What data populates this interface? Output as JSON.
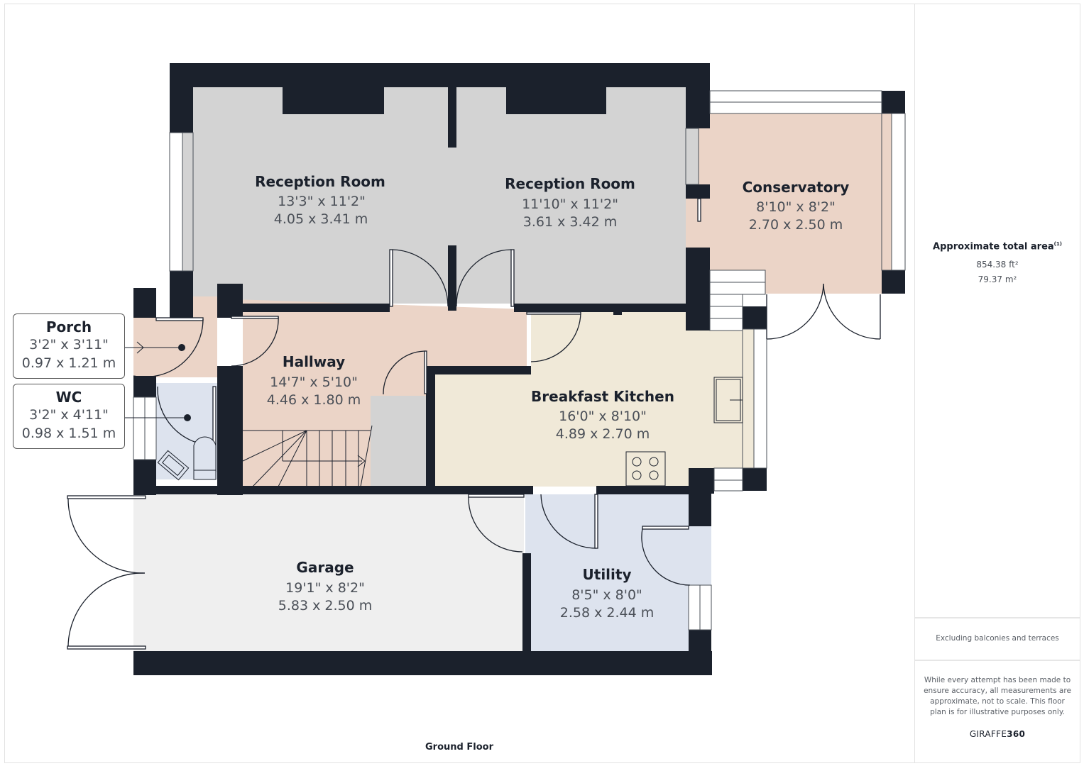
{
  "floor": {
    "label": "Ground Floor"
  },
  "colors": {
    "wall": "#1b212c",
    "reception": "#d3d3d3",
    "hallway": "#ebd4c7",
    "conservatory": "#ebd4c7",
    "kitchen": "#f0e9d8",
    "utility": "#dde3ee",
    "wc": "#dde3ee",
    "garage": "#efefef"
  },
  "rooms": {
    "reception_left": {
      "name": "Reception Room",
      "imperial": "13'3\" x 11'2\"",
      "metric": "4.05 x 3.41 m"
    },
    "reception_right": {
      "name": "Reception Room",
      "imperial": "11'10\" x 11'2\"",
      "metric": "3.61 x 3.42 m"
    },
    "conservatory": {
      "name": "Conservatory",
      "imperial": "8'10\" x 8'2\"",
      "metric": "2.70 x 2.50 m"
    },
    "hallway": {
      "name": "Hallway",
      "imperial": "14'7\" x 5'10\"",
      "metric": "4.46 x 1.80 m"
    },
    "kitchen": {
      "name": "Breakfast Kitchen",
      "imperial": "16'0\" x 8'10\"",
      "metric": "4.89 x 2.70 m"
    },
    "garage": {
      "name": "Garage",
      "imperial": "19'1\" x 8'2\"",
      "metric": "5.83 x 2.50 m"
    },
    "utility": {
      "name": "Utility",
      "imperial": "8'5\" x 8'0\"",
      "metric": "2.58 x 2.44 m"
    },
    "porch": {
      "name": "Porch",
      "imperial": "3'2\" x 3'11\"",
      "metric": "0.97 x 1.21 m"
    },
    "wc": {
      "name": "WC",
      "imperial": "3'2\" x 4'11\"",
      "metric": "0.98 x 1.51 m"
    }
  },
  "summary": {
    "title": "Approximate total area",
    "footnote_mark": "(1)",
    "area_ft": "854.38 ft²",
    "area_m": "79.37 m²",
    "exclusion_note": "Excluding balconies and terraces",
    "disclaimer": "While every attempt has been made to ensure accuracy, all measurements are approximate, not to scale. This floor plan is for illustrative purposes only.",
    "brand_light": "GIRAFFE",
    "brand_bold": "360"
  }
}
